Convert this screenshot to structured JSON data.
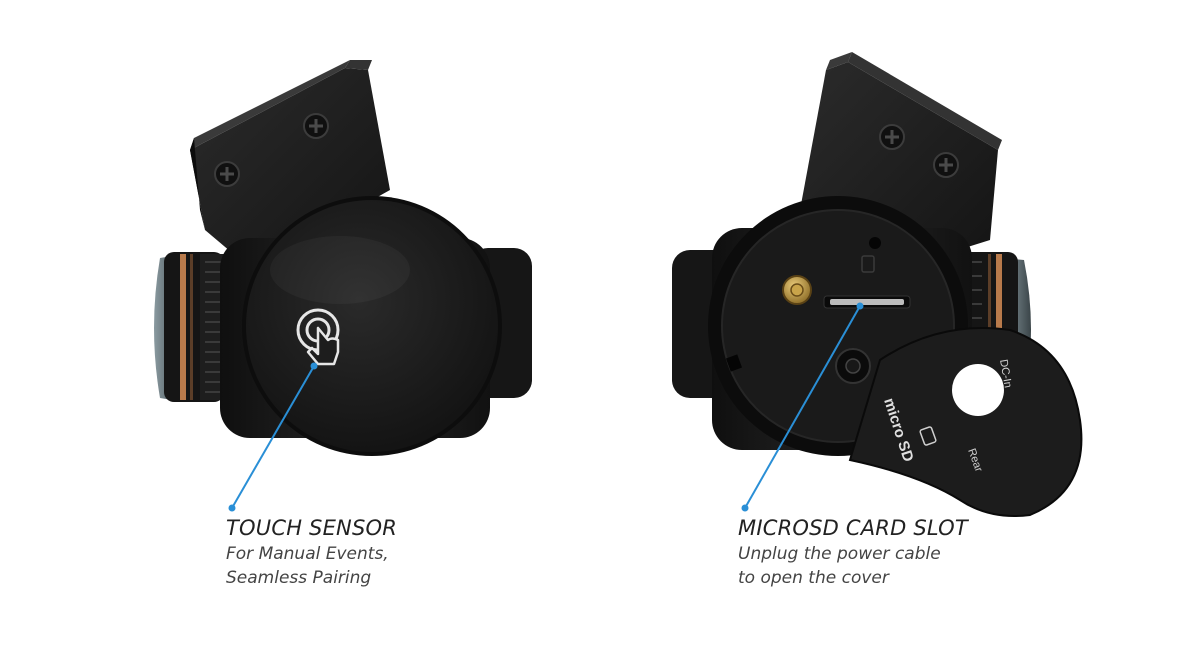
{
  "callouts": {
    "touch": {
      "title": "TOUCH SENSOR",
      "line1": "For Manual Events,",
      "line2": "Seamless Pairing"
    },
    "microsd": {
      "title": "MICROSD CARD SLOT",
      "line1": "Unplug the power cable",
      "line2": "to open the cover"
    }
  },
  "cover_labels": {
    "dc_in": "DC-In",
    "rear": "Rear",
    "micro_sd": "micro SD"
  },
  "colors": {
    "accent": "#2a8fd6",
    "body": "#1b1b1b",
    "copper": "#b87a4b"
  }
}
